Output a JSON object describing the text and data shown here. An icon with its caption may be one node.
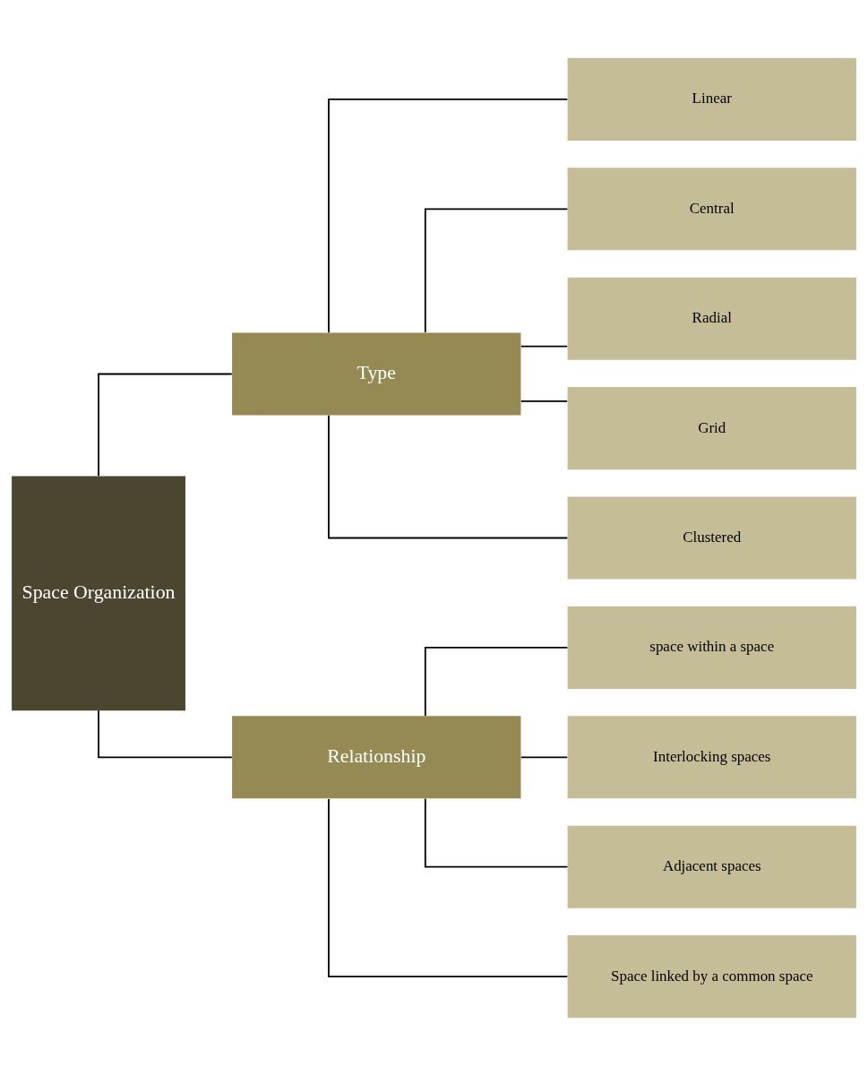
{
  "diagram": {
    "nodes": [
      {
        "text": [
          "Space Organization"
        ]
      },
      {
        "text": [
          "Type"
        ]
      },
      {
        "text": [
          "Relationship"
        ]
      },
      {
        "text": [
          "Linear"
        ]
      },
      {
        "text": [
          "Central"
        ]
      },
      {
        "text": [
          "Radial"
        ]
      },
      {
        "text": [
          "Grid"
        ]
      },
      {
        "text": [
          "Clustered"
        ]
      },
      {
        "text": [
          "space within a space"
        ]
      },
      {
        "text": [
          "Interlocking spaces"
        ]
      },
      {
        "text": [
          "Adjacent spaces"
        ]
      },
      {
        "text": [
          "Space linked by a common space"
        ]
      }
    ],
    "edges": [
      {
        "from": 0,
        "to": 1,
        "arrow": "none"
      },
      {
        "from": 0,
        "to": 2,
        "arrow": "none"
      },
      {
        "from": 1,
        "to": 3,
        "arrow": "none"
      },
      {
        "from": 1,
        "to": 4,
        "arrow": "none"
      },
      {
        "from": 1,
        "to": 5,
        "arrow": "none"
      },
      {
        "from": 1,
        "to": 6,
        "arrow": "none"
      },
      {
        "from": 1,
        "to": 7,
        "arrow": "none"
      },
      {
        "from": 2,
        "to": 8,
        "arrow": "none"
      },
      {
        "from": 2,
        "to": 9,
        "arrow": "none"
      },
      {
        "from": 2,
        "to": 10,
        "arrow": "none"
      },
      {
        "from": 2,
        "to": 11,
        "arrow": "none"
      }
    ]
  }
}
